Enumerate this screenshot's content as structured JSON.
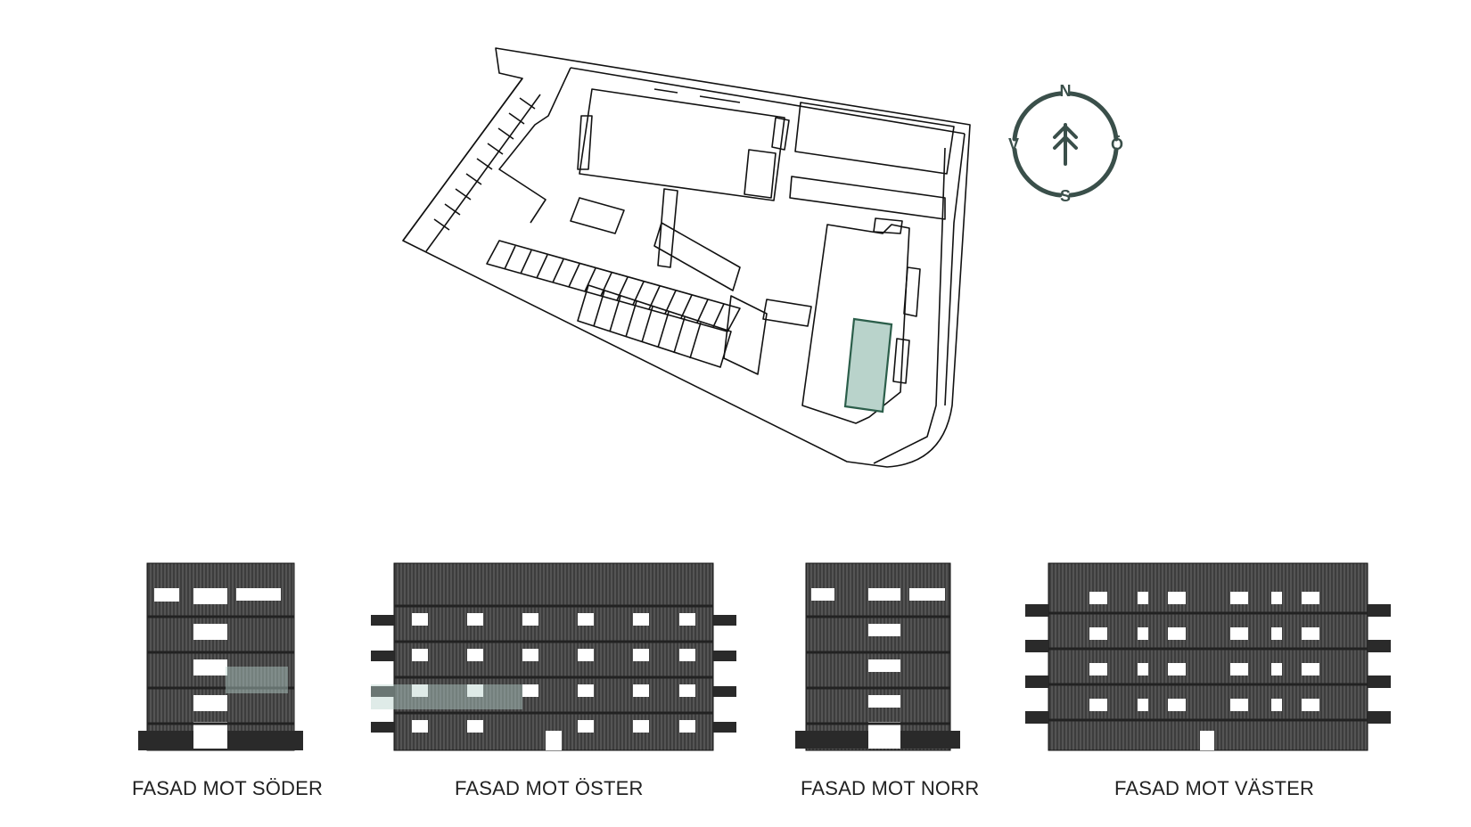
{
  "compass": {
    "north": "N",
    "south": "S",
    "east": "Ö",
    "west": "V",
    "color": "#3a4f4a"
  },
  "highlight_color": "#b9d3cb",
  "highlight_stroke": "#2b5e4a",
  "facades": [
    {
      "label": "FASAD MOT SÖDER"
    },
    {
      "label": "FASAD MOT ÖSTER"
    },
    {
      "label": "FASAD MOT NORR"
    },
    {
      "label": "FASAD MOT VÄSTER"
    }
  ]
}
